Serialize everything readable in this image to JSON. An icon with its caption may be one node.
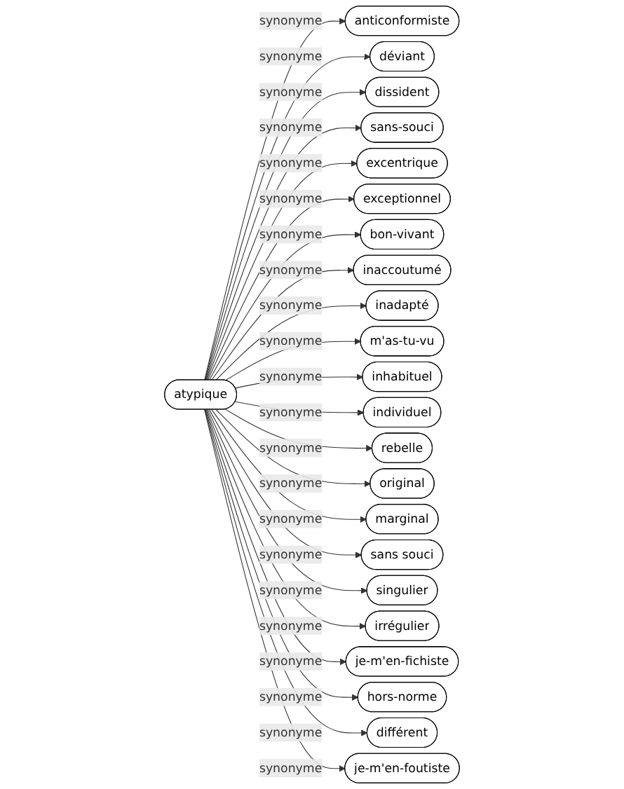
{
  "diagram": {
    "nodes": [
      {
        "text": [
          "atypique"
        ]
      },
      {
        "text": [
          "anticonformiste"
        ]
      },
      {
        "text": [
          "déviant"
        ]
      },
      {
        "text": [
          "dissident"
        ]
      },
      {
        "text": [
          "sans-souci"
        ]
      },
      {
        "text": [
          "excentrique"
        ]
      },
      {
        "text": [
          "exceptionnel"
        ]
      },
      {
        "text": [
          "bon-vivant"
        ]
      },
      {
        "text": [
          "inaccoutumé"
        ]
      },
      {
        "text": [
          "inadapté"
        ]
      },
      {
        "text": [
          "m'as-tu-vu"
        ]
      },
      {
        "text": [
          "inhabituel"
        ]
      },
      {
        "text": [
          "individuel"
        ]
      },
      {
        "text": [
          "rebelle"
        ]
      },
      {
        "text": [
          "original"
        ]
      },
      {
        "text": [
          "marginal"
        ]
      },
      {
        "text": [
          "sans souci"
        ]
      },
      {
        "text": [
          "singulier"
        ]
      },
      {
        "text": [
          "irrégulier"
        ]
      },
      {
        "text": [
          "je-m'en-fichiste"
        ]
      },
      {
        "text": [
          "hors-norme"
        ]
      },
      {
        "text": [
          "différent"
        ]
      },
      {
        "text": [
          "je-m'en-foutiste"
        ]
      }
    ],
    "edges": [
      {
        "from": 0,
        "to": 1,
        "arrow": "to",
        "label": "synonyme"
      },
      {
        "from": 0,
        "to": 2,
        "arrow": "to",
        "label": "synonyme"
      },
      {
        "from": 0,
        "to": 3,
        "arrow": "to",
        "label": "synonyme"
      },
      {
        "from": 0,
        "to": 4,
        "arrow": "to",
        "label": "synonyme"
      },
      {
        "from": 0,
        "to": 5,
        "arrow": "to",
        "label": "synonyme"
      },
      {
        "from": 0,
        "to": 6,
        "arrow": "to",
        "label": "synonyme"
      },
      {
        "from": 0,
        "to": 7,
        "arrow": "to",
        "label": "synonyme"
      },
      {
        "from": 0,
        "to": 8,
        "arrow": "to",
        "label": "synonyme"
      },
      {
        "from": 0,
        "to": 9,
        "arrow": "to",
        "label": "synonyme"
      },
      {
        "from": 0,
        "to": 10,
        "arrow": "to",
        "label": "synonyme"
      },
      {
        "from": 0,
        "to": 11,
        "arrow": "to",
        "label": "synonyme"
      },
      {
        "from": 0,
        "to": 12,
        "arrow": "to",
        "label": "synonyme"
      },
      {
        "from": 0,
        "to": 13,
        "arrow": "to",
        "label": "synonyme"
      },
      {
        "from": 0,
        "to": 14,
        "arrow": "to",
        "label": "synonyme"
      },
      {
        "from": 0,
        "to": 15,
        "arrow": "to",
        "label": "synonyme"
      },
      {
        "from": 0,
        "to": 16,
        "arrow": "to",
        "label": "synonyme"
      },
      {
        "from": 0,
        "to": 17,
        "arrow": "to",
        "label": "synonyme"
      },
      {
        "from": 0,
        "to": 18,
        "arrow": "to",
        "label": "synonyme"
      },
      {
        "from": 0,
        "to": 19,
        "arrow": "to",
        "label": "synonyme"
      },
      {
        "from": 0,
        "to": 20,
        "arrow": "to",
        "label": "synonyme"
      },
      {
        "from": 0,
        "to": 21,
        "arrow": "to",
        "label": "synonyme"
      },
      {
        "from": 0,
        "to": 22,
        "arrow": "to",
        "label": "synonyme"
      }
    ]
  }
}
